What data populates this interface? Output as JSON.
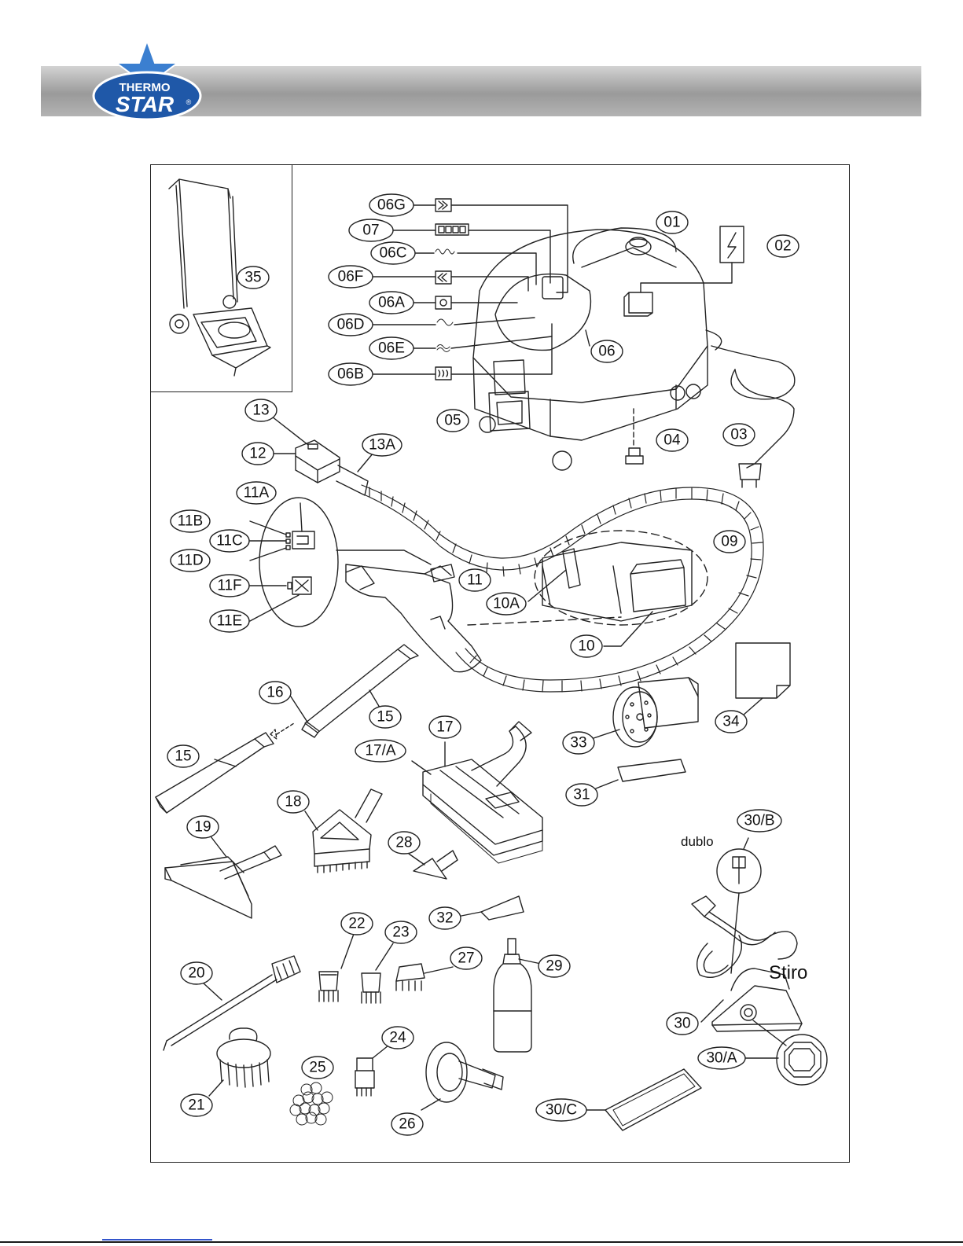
{
  "brand": {
    "line1": "THERMO",
    "line2": "STAR",
    "mark": "®",
    "colors": {
      "star": "#2f6fbe",
      "badge": "#1f58a8",
      "text": "#ffffff"
    }
  },
  "header": {
    "band_color": "#aaaaaa"
  },
  "labels": {
    "c01": "01",
    "c02": "02",
    "c03": "03",
    "c04": "04",
    "c05": "05",
    "c06": "06",
    "c06A": "06A",
    "c06B": "06B",
    "c06C": "06C",
    "c06D": "06D",
    "c06E": "06E",
    "c06F": "06F",
    "c06G": "06G",
    "c07": "07",
    "c09": "09",
    "c10": "10",
    "c10A": "10A",
    "c11": "11",
    "c11A": "11A",
    "c11B": "11B",
    "c11C": "11C",
    "c11D": "11D",
    "c11E": "11E",
    "c11F": "11F",
    "c12": "12",
    "c13": "13",
    "c13A": "13A",
    "c15a": "15",
    "c15b": "15",
    "c16": "16",
    "c17": "17",
    "c17A": "17/A",
    "c18": "18",
    "c19": "19",
    "c20": "20",
    "c21": "21",
    "c22": "22",
    "c23": "23",
    "c24": "24",
    "c25": "25",
    "c26": "26",
    "c27": "27",
    "c28": "28",
    "c29": "29",
    "c30": "30",
    "c30A": "30/A",
    "c30B": "30/B",
    "c30C": "30/C",
    "c31": "31",
    "c32": "32",
    "c33": "33",
    "c34": "34",
    "c35": "35"
  },
  "annotations": {
    "dublo": "dublo",
    "stiro": "Stiro"
  },
  "icons": [
    "lightning-icon",
    "chevron-right-double-icon",
    "chevron-left-double-icon",
    "power-icon",
    "heat-icon",
    "display-icon",
    "iron-icon",
    "water-level-icon"
  ]
}
